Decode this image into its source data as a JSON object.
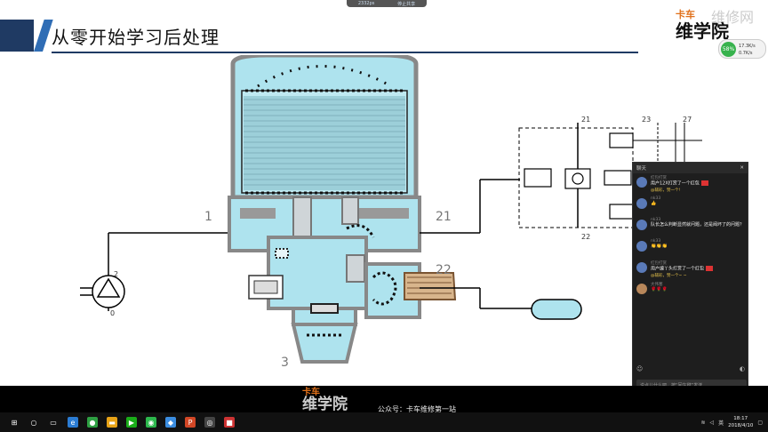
{
  "slide": {
    "title": "从零开始学习后处理"
  },
  "stream_bar": {
    "signal": "2332ps",
    "stop_label": "停止共享"
  },
  "brand_top": {
    "small": "卡车",
    "big": "维学院"
  },
  "watermark": "维修网",
  "speed": {
    "percent": "58%",
    "up": "17.3K/s",
    "down": "0.7K/s"
  },
  "diagram": {
    "labels": {
      "port1": "1",
      "port21": "21",
      "port22": "22",
      "port3": "3"
    },
    "compressor_labels": {
      "top": "2",
      "bottom": "0"
    },
    "schematic_labels": {
      "p21": "21",
      "p23": "23",
      "p27": "27",
      "p22": "22"
    }
  },
  "chat": {
    "title": "聊天",
    "messages": [
      {
        "name": "红包打赏",
        "text": "用户12X打赏了一个红包",
        "sub": "@辅彩，赞一个!"
      },
      {
        "name": "nk33",
        "text": "👍",
        "sub": ""
      },
      {
        "name": "nk33",
        "text": "队长怎么判断显然就问题，还是阀坏了的问题？",
        "sub": ""
      },
      {
        "name": "nk33",
        "text": "👏👏👏",
        "sub": ""
      },
      {
        "name": "红包打赏",
        "text": "用户编丫头打赏了一个红包",
        "sub": "@辅彩，赞一个~ ~"
      },
      {
        "name": "大伟塞",
        "text": "🌹🌹🌹",
        "sub": ""
      }
    ],
    "input_placeholder": "说点儿什么吧，按“回车键”发送"
  },
  "banner": {
    "brand_small": "卡车",
    "brand_big": "维学院",
    "text": "公众号：卡车维修第一站"
  },
  "taskbar": {
    "time": "18:17",
    "date": "2018/4/10",
    "ime": "英"
  }
}
